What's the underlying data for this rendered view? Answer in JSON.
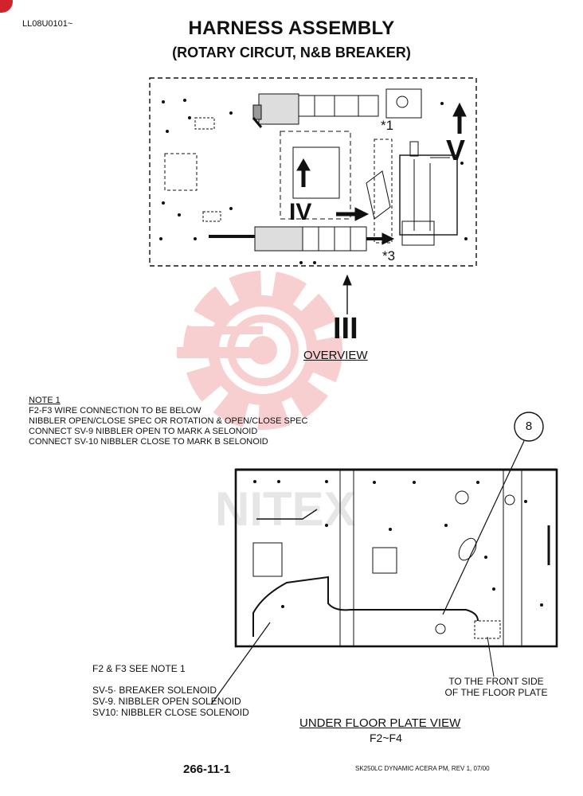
{
  "header": {
    "doc_id": "LL08U0101~",
    "title": "HARNESS ASSEMBLY",
    "subtitle": "(ROTARY CIRCUT, N&B BREAKER)"
  },
  "overview": {
    "markers": {
      "mark1": "*1",
      "mark3": "*3",
      "roman_iv": "IV",
      "roman_v": "V",
      "roman_iii": "III"
    },
    "caption": "OVERVIEW"
  },
  "note": {
    "heading": "NOTE  1",
    "lines": [
      "F2-F3 WIRE CONNECTION TO BE BELOW",
      "NIBBLER OPEN/CLOSE SPEC OR ROTATION & OPEN/CLOSE SPEC",
      "CONNECT SV-9 NIBBLER OPEN TO MARK  A SELONOID",
      "CONNECT SV-10  NIBBLER CLOSE TO MARK B SELONOID"
    ]
  },
  "callout": {
    "number": "8"
  },
  "floor_view": {
    "see_note": "F2 & F3 SEE NOTE 1",
    "solenoids": [
      "SV-5· BREAKER SOLENOID",
      "SV-9. NIBBLER OPEN SOLENOID",
      "SV10: NIBBLER CLOSE SOLENOID"
    ],
    "front_side": [
      "TO THE FRONT SIDE",
      "OF THE FLOOR PLATE"
    ],
    "caption": "UNDER FLOOR PLATE VIEW",
    "sub_caption": "F2~F4"
  },
  "footer": {
    "page_number": "266-11-1",
    "revision": "SK250LC DYNAMIC ACERA PM, REV 1, 07/00"
  },
  "watermark": {
    "text": "NITEX"
  }
}
